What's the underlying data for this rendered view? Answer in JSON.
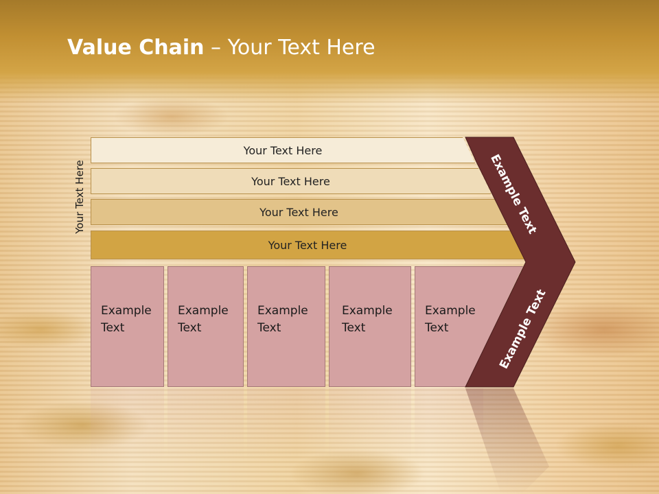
{
  "title": {
    "bold": "Value Chain",
    "rest": " – Your Text Here"
  },
  "vertical_label": "Your Text Here",
  "bars": [
    {
      "label": "Your Text Here"
    },
    {
      "label": "Your Text Here"
    },
    {
      "label": "Your Text Here"
    },
    {
      "label": "Your Text Here"
    }
  ],
  "boxes": [
    {
      "label": "Example Text"
    },
    {
      "label": "Example Text"
    },
    {
      "label": "Example Text"
    },
    {
      "label": "Example Text"
    },
    {
      "label": "Example Text"
    }
  ],
  "chevron": {
    "upper_label": "Example Text",
    "lower_label": "Example Text"
  },
  "colors": {
    "header": "#c18f32",
    "bar_1": "#f6ecd8",
    "bar_2": "#efdcb8",
    "bar_3": "#e2c389",
    "bar_4": "#d2a444",
    "box": "#d4a2a2",
    "chevron": "#6b2e2e"
  }
}
